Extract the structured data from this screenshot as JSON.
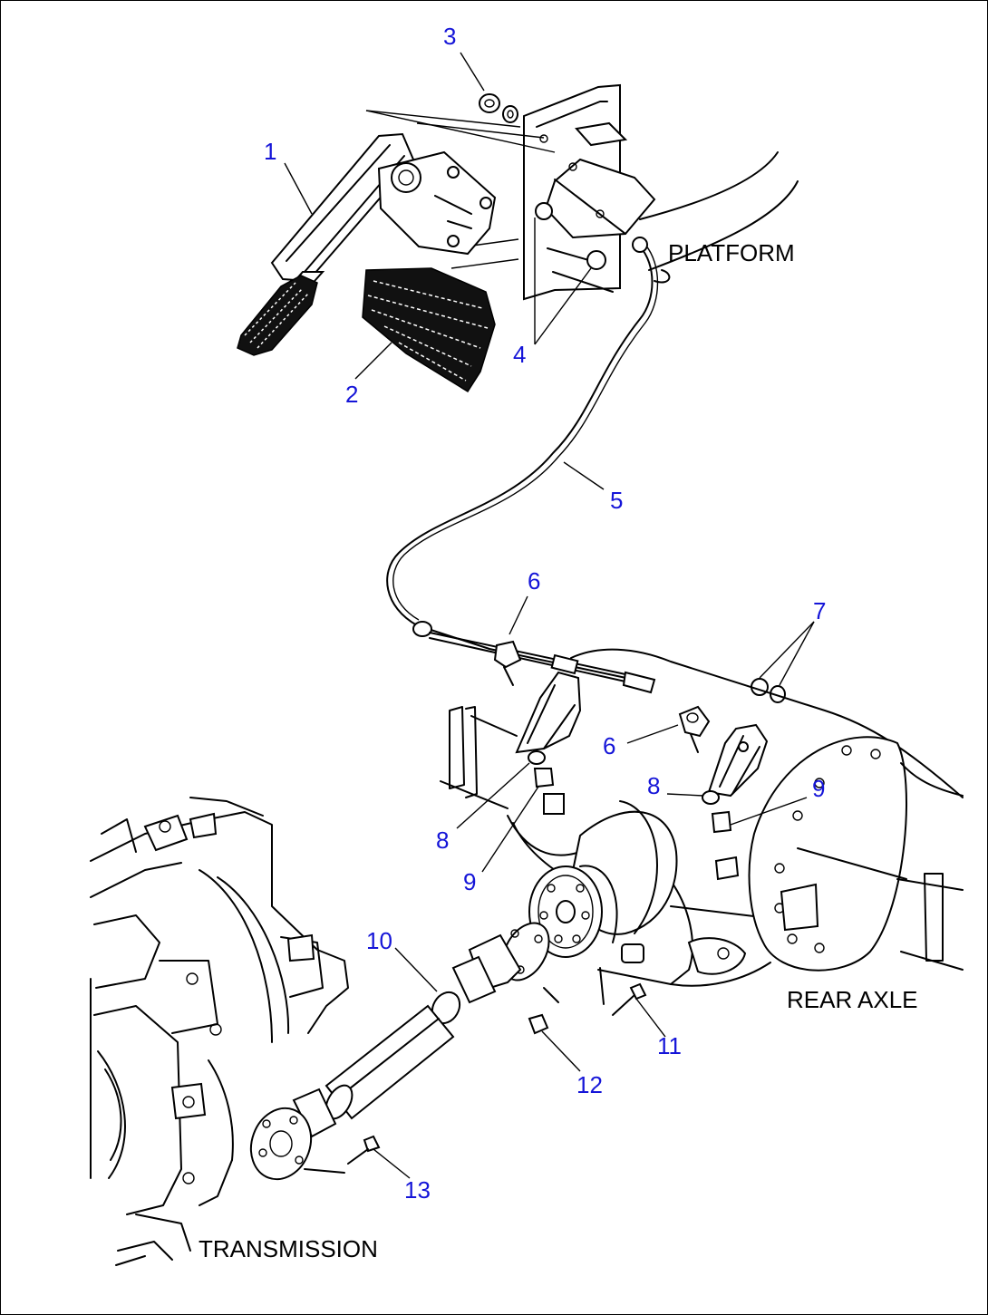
{
  "callouts": [
    "1",
    "2",
    "3",
    "4",
    "5",
    "6",
    "6",
    "7",
    "8",
    "8",
    "9",
    "9",
    "10",
    "11",
    "12",
    "13"
  ],
  "labels": {
    "platform": "PLATFORM",
    "rear_axle": "REAR AXLE",
    "transmission": "TRANSMISSION"
  },
  "colors": {
    "callout": "#1515d8",
    "line": "#000000",
    "background": "#ffffff"
  }
}
